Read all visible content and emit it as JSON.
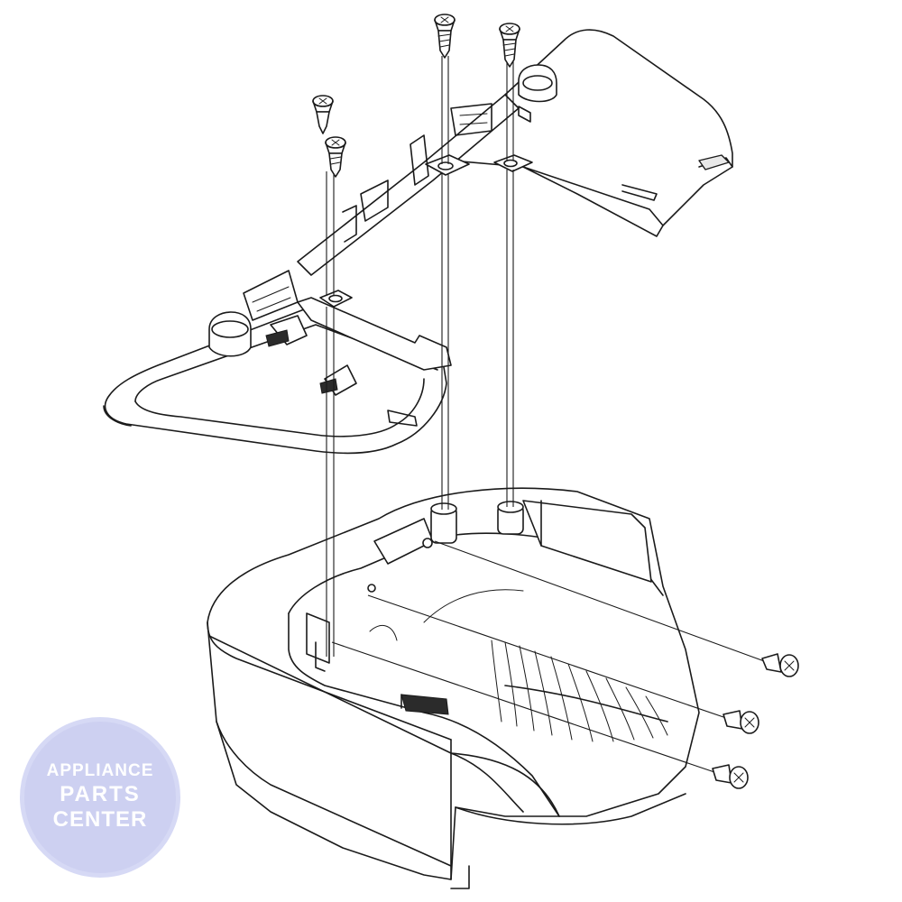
{
  "watermark": {
    "line1": "APPLIANCE",
    "line2": "PARTS",
    "line3": "CENTER",
    "color": "#c4c8ee"
  },
  "parts": {
    "upper_right_cover": "upper-right-housing-cover",
    "lower_left_cover": "lower-left-housing-cover",
    "base": "lower-base-housing",
    "screw_count": 7
  }
}
